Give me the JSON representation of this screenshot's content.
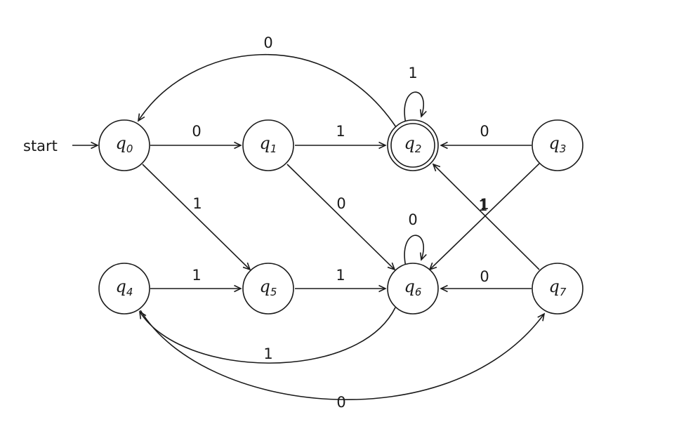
{
  "diagram": {
    "start_label": "start",
    "start_state": "q0",
    "states": [
      {
        "id": "q0",
        "letter": "q",
        "index": "0",
        "accepting": false
      },
      {
        "id": "q1",
        "letter": "q",
        "index": "1",
        "accepting": false
      },
      {
        "id": "q2",
        "letter": "q",
        "index": "2",
        "accepting": true
      },
      {
        "id": "q3",
        "letter": "q",
        "index": "3",
        "accepting": false
      },
      {
        "id": "q4",
        "letter": "q",
        "index": "4",
        "accepting": false
      },
      {
        "id": "q5",
        "letter": "q",
        "index": "5",
        "accepting": false
      },
      {
        "id": "q6",
        "letter": "q",
        "index": "6",
        "accepting": false
      },
      {
        "id": "q7",
        "letter": "q",
        "index": "7",
        "accepting": false
      }
    ],
    "transitions": [
      {
        "from": "q0",
        "to": "q1",
        "symbol": "0"
      },
      {
        "from": "q0",
        "to": "q5",
        "symbol": "1"
      },
      {
        "from": "q1",
        "to": "q2",
        "symbol": "1"
      },
      {
        "from": "q1",
        "to": "q6",
        "symbol": "0"
      },
      {
        "from": "q2",
        "to": "q2",
        "symbol": "1"
      },
      {
        "from": "q2",
        "to": "q0",
        "symbol": "0"
      },
      {
        "from": "q3",
        "to": "q2",
        "symbol": "0"
      },
      {
        "from": "q3",
        "to": "q6",
        "symbol": "1"
      },
      {
        "from": "q4",
        "to": "q5",
        "symbol": "1"
      },
      {
        "from": "q4",
        "to": "q7",
        "symbol": "0"
      },
      {
        "from": "q5",
        "to": "q6",
        "symbol": "1"
      },
      {
        "from": "q6",
        "to": "q6",
        "symbol": "0"
      },
      {
        "from": "q6",
        "to": "q4",
        "symbol": "1"
      },
      {
        "from": "q7",
        "to": "q6",
        "symbol": "0"
      },
      {
        "from": "q7",
        "to": "q2",
        "symbol": "1"
      }
    ]
  }
}
